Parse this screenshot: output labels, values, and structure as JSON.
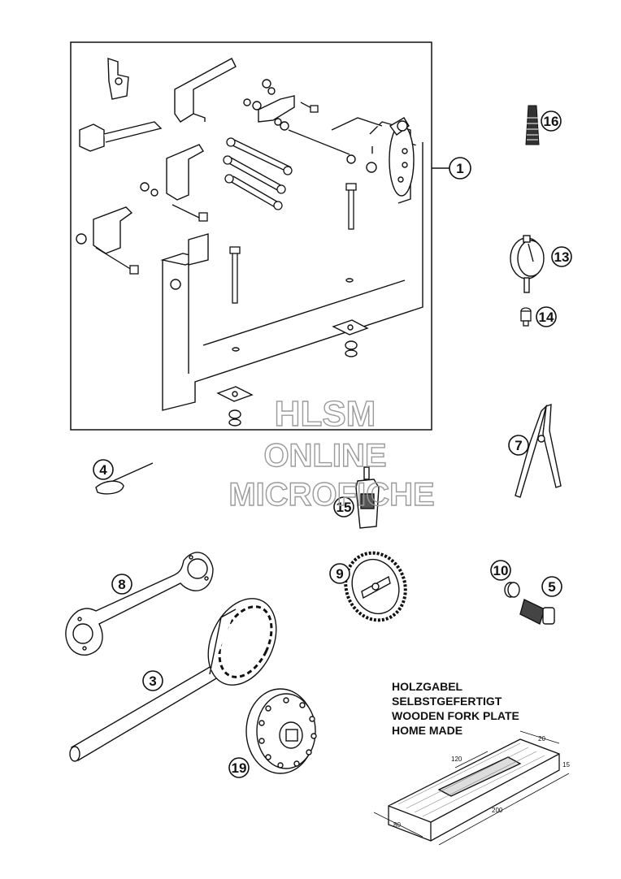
{
  "callouts": {
    "c1": "1",
    "c3": "3",
    "c4": "4",
    "c5": "5",
    "c7": "7",
    "c8": "8",
    "c9": "9",
    "c10": "10",
    "c13": "13",
    "c14": "14",
    "c15": "15",
    "c16": "16",
    "c19": "19"
  },
  "note": {
    "line1": "HOLZGABEL",
    "line2": "SELBSTGEFERTIGT",
    "line3": "WOODEN FORK PLATE",
    "line4": "HOME MADE"
  },
  "dimensions": {
    "d120": "120",
    "d20": "20",
    "d15": "15",
    "d80": "80",
    "d200": "200"
  },
  "watermark": {
    "line1": "HLSM",
    "line2": "ONLINE",
    "line3": "MICROFICHE"
  },
  "colors": {
    "ink": "#111111",
    "watermark": "#9a9a9a",
    "background": "#ffffff"
  }
}
